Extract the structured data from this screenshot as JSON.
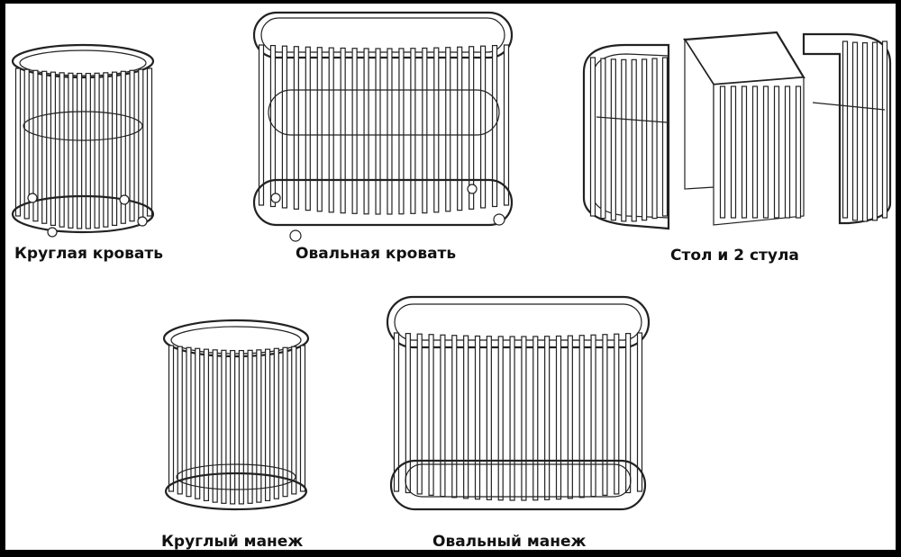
{
  "figures": [
    {
      "id": "round-bed",
      "caption": "Круглая кровать"
    },
    {
      "id": "oval-bed",
      "caption": "Овальная кровать"
    },
    {
      "id": "table-chairs",
      "caption": "Стол и 2 стула"
    },
    {
      "id": "round-playpen",
      "caption": "Круглый манеж"
    },
    {
      "id": "oval-playpen",
      "caption": "Овальный манеж"
    }
  ]
}
